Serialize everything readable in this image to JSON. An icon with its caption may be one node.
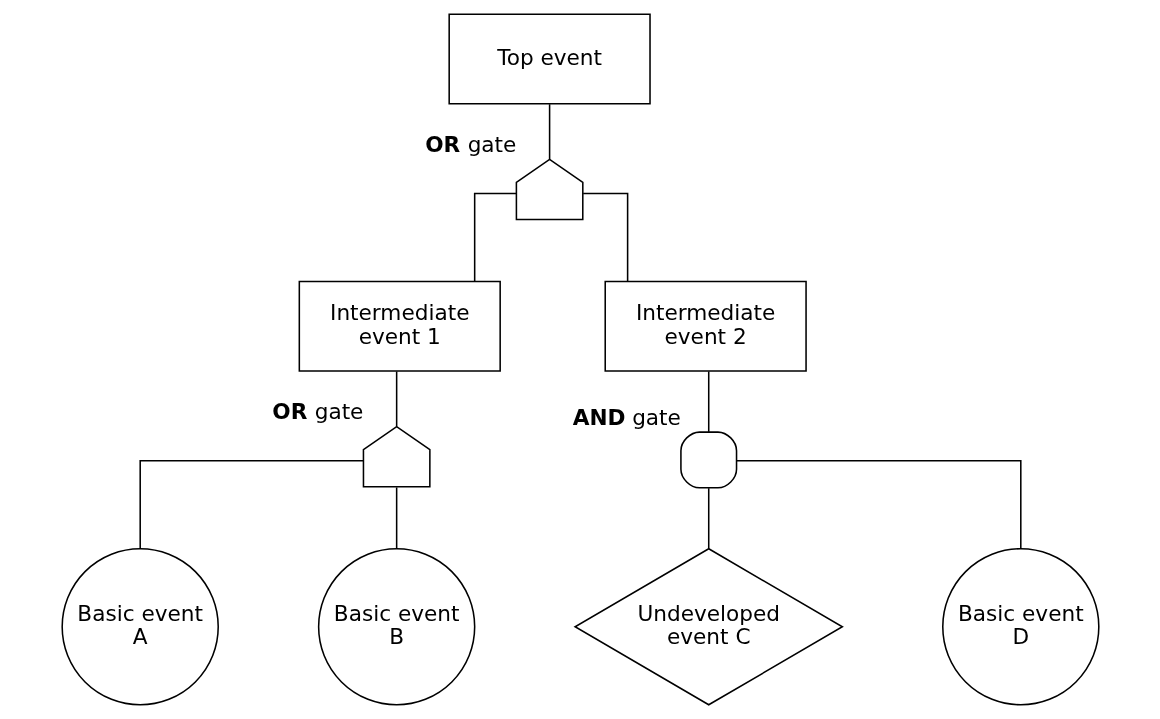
{
  "diagram": {
    "nodes": [
      {
        "text": [
          "Top event"
        ]
      },
      {
        "text": [],
        "shape": "shield",
        "beside": [
          "**OR** gate"
        ]
      },
      {
        "text": [
          "Intermediate event 1"
        ]
      },
      {
        "text": [
          "Intermediate event 2"
        ]
      },
      {
        "text": [],
        "shape": "shield",
        "beside": [
          "**OR** gate"
        ]
      },
      {
        "text": [],
        "shape": "dome",
        "beside": [
          "**AND** gate"
        ]
      },
      {
        "text": [
          "Basic event A"
        ]
      },
      {
        "text": [
          "Basic event B"
        ]
      },
      {
        "text": [
          "Undeveloped event C"
        ]
      },
      {
        "text": [
          "Basic event D"
        ]
      }
    ],
    "edges": [
      {
        "from": 0,
        "to": 1,
        "arrow": "none"
      },
      {
        "from": 1,
        "to": 2,
        "arrow": "none"
      },
      {
        "from": 1,
        "to": 3,
        "arrow": "none"
      },
      {
        "from": 2,
        "to": 4,
        "arrow": "none"
      },
      {
        "from": 3,
        "to": 5,
        "arrow": "none"
      },
      {
        "from": 4,
        "to": 6,
        "arrow": "none"
      },
      {
        "from": 4,
        "to": 7,
        "arrow": "none"
      },
      {
        "from": 5,
        "to": 8,
        "arrow": "none"
      },
      {
        "from": 5,
        "to": 9,
        "arrow": "none"
      }
    ]
  }
}
